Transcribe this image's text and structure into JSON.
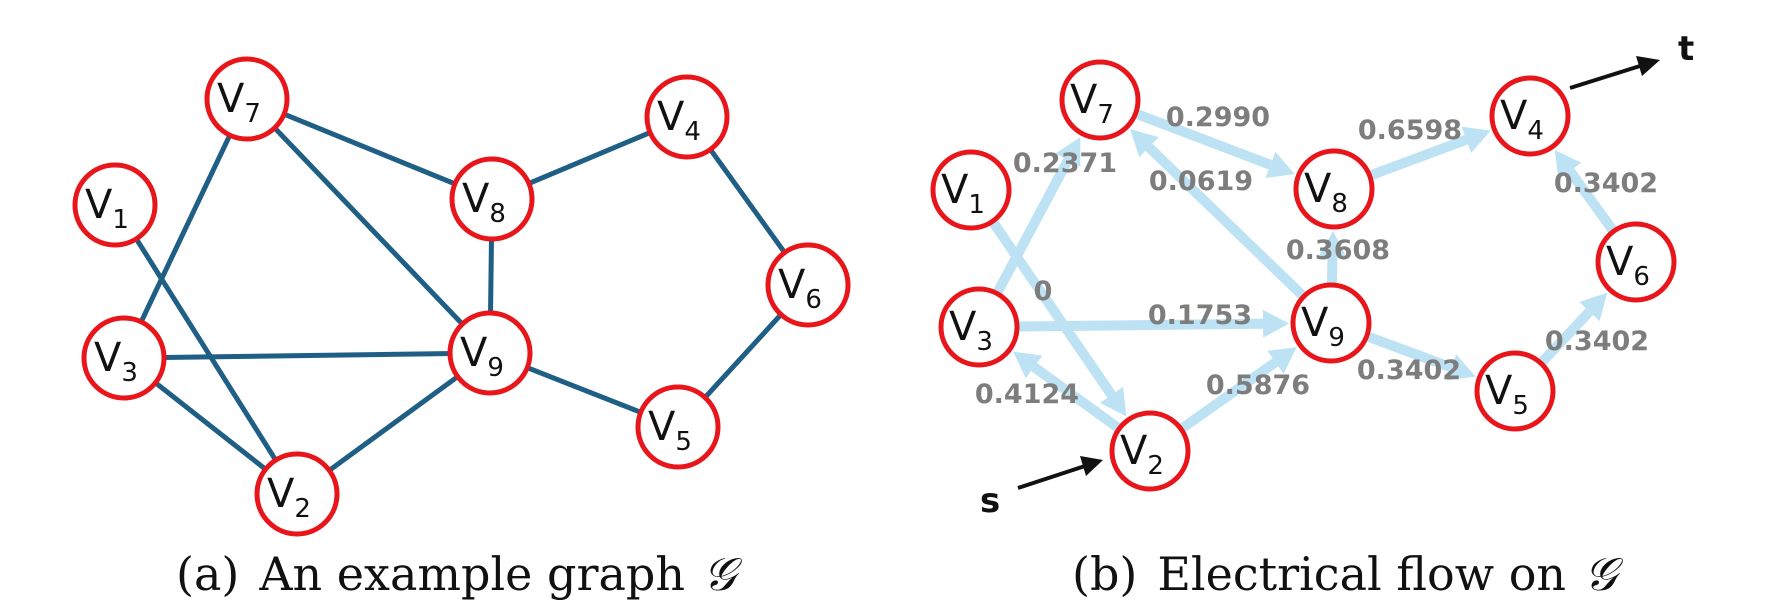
{
  "panel_a": {
    "caption_prefix": "(a)",
    "caption_text": "An example graph",
    "graph_symbol": "𝒢",
    "nodes": [
      {
        "id": "V7",
        "letter": "V",
        "sub": "7"
      },
      {
        "id": "V1",
        "letter": "V",
        "sub": "1"
      },
      {
        "id": "V8",
        "letter": "V",
        "sub": "8"
      },
      {
        "id": "V4",
        "letter": "V",
        "sub": "4"
      },
      {
        "id": "V6",
        "letter": "V",
        "sub": "6"
      },
      {
        "id": "V3",
        "letter": "V",
        "sub": "3"
      },
      {
        "id": "V9",
        "letter": "V",
        "sub": "9"
      },
      {
        "id": "V5",
        "letter": "V",
        "sub": "5"
      },
      {
        "id": "V2",
        "letter": "V",
        "sub": "2"
      }
    ],
    "edges": [
      [
        "V7",
        "V3"
      ],
      [
        "V7",
        "V8"
      ],
      [
        "V7",
        "V9"
      ],
      [
        "V1",
        "V2"
      ],
      [
        "V3",
        "V9"
      ],
      [
        "V3",
        "V2"
      ],
      [
        "V2",
        "V9"
      ],
      [
        "V8",
        "V9"
      ],
      [
        "V8",
        "V4"
      ],
      [
        "V4",
        "V6"
      ],
      [
        "V6",
        "V5"
      ],
      [
        "V9",
        "V5"
      ]
    ]
  },
  "panel_b": {
    "caption_prefix": "(b)",
    "caption_text": "Electrical flow on",
    "graph_symbol": "𝒢",
    "source_label": "s",
    "sink_label": "t",
    "nodes": [
      {
        "id": "V7",
        "letter": "V",
        "sub": "7"
      },
      {
        "id": "V1",
        "letter": "V",
        "sub": "1"
      },
      {
        "id": "V8",
        "letter": "V",
        "sub": "8"
      },
      {
        "id": "V4",
        "letter": "V",
        "sub": "4"
      },
      {
        "id": "V6",
        "letter": "V",
        "sub": "6"
      },
      {
        "id": "V3",
        "letter": "V",
        "sub": "3"
      },
      {
        "id": "V9",
        "letter": "V",
        "sub": "9"
      },
      {
        "id": "V5",
        "letter": "V",
        "sub": "5"
      },
      {
        "id": "V2",
        "letter": "V",
        "sub": "2"
      }
    ],
    "flows": [
      {
        "from": "V7",
        "to": "V8",
        "value": "0.2990"
      },
      {
        "from": "V8",
        "to": "V4",
        "value": "0.6598"
      },
      {
        "from": "V3",
        "to": "V7",
        "value": "0.2371"
      },
      {
        "from": "V9",
        "to": "V7",
        "value": "0.0619"
      },
      {
        "from": "V6",
        "to": "V4",
        "value": "0.3402"
      },
      {
        "from": "V9",
        "to": "V8",
        "value": "0.3608"
      },
      {
        "from": "V1",
        "to": "V2",
        "value": "0"
      },
      {
        "from": "V3",
        "to": "V9",
        "value": "0.1753"
      },
      {
        "from": "V2",
        "to": "V3",
        "value": "0.4124"
      },
      {
        "from": "V2",
        "to": "V9",
        "value": "0.5876"
      },
      {
        "from": "V9",
        "to": "V5",
        "value": "0.3402"
      },
      {
        "from": "V5",
        "to": "V6",
        "value": "0.3402"
      }
    ]
  },
  "colors": {
    "node_stroke": "#e8151b",
    "edge_a": "#1f5f85",
    "flow_edge": "#bde2f4",
    "flow_label": "#7d7d7d"
  }
}
